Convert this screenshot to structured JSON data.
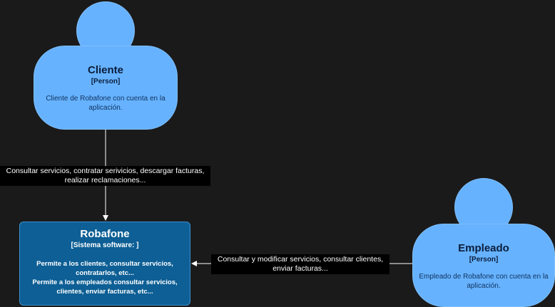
{
  "nodes": {
    "cliente": {
      "name": "Cliente",
      "type": "[Person]",
      "desc": "Cliente de Robafone con cuenta en la aplicación."
    },
    "robafone": {
      "name": "Robafone",
      "type": "[Sistema software: ]",
      "desc_line1": "Permite a los clientes, consultar servicios, contratarlos, etc...",
      "desc_line2": "Permite a los empleados consultar servicios, clientes, enviar facturas, etc..."
    },
    "empleado": {
      "name": "Empleado",
      "type": "[Person]",
      "desc": "Empleado de Robafone con cuenta en la aplicación."
    }
  },
  "edges": {
    "cliente_to_robafone": {
      "line1": "Consultar servicios, contratar serivicios, descargar facturas,",
      "line2": "realizar reclamaciones..."
    },
    "empleado_to_robafone": {
      "line1": "Consultar y modificar servicios, consultar clientes,",
      "line2": "enviar facturas..."
    }
  },
  "colors": {
    "background": "#1a1a1a",
    "person": "#66b2ff",
    "system": "#0d5f95",
    "edge": "#ffffff"
  }
}
